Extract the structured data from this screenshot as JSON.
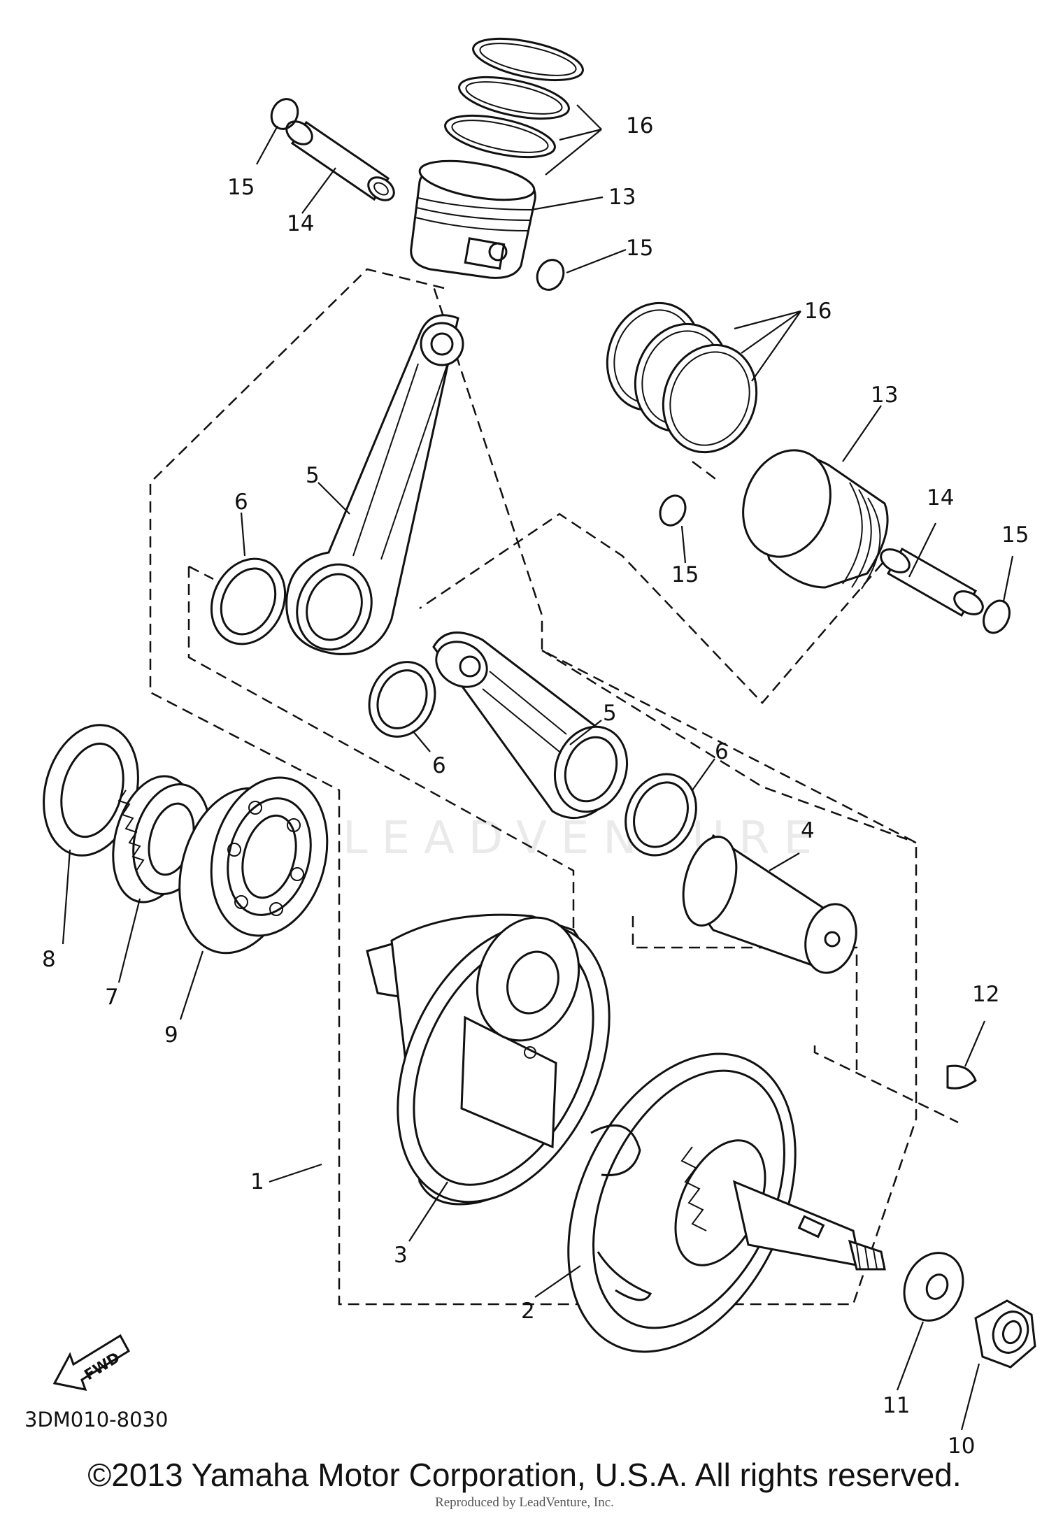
{
  "diagram": {
    "callouts": {
      "c1": "1",
      "c2": "2",
      "c3": "3",
      "c4": "4",
      "c5a": "5",
      "c5b": "5",
      "c6a": "6",
      "c6b": "6",
      "c6c": "6",
      "c7": "7",
      "c8": "8",
      "c9": "9",
      "c10": "10",
      "c11": "11",
      "c12": "12",
      "c13a": "13",
      "c13b": "13",
      "c14a": "14",
      "c14b": "14",
      "c15a": "15",
      "c15b": "15",
      "c15c": "15",
      "c15d": "15",
      "c16a": "16",
      "c16b": "16"
    },
    "fwd_label": "FWD",
    "drawing_code": "3DM010-8030",
    "watermark": "LEADVENTURE"
  },
  "footer": {
    "copyright": "©2013 Yamaha Motor Corporation, U.S.A. All rights reserved.",
    "reproduced_by": "Reproduced by LeadVenture, Inc."
  }
}
